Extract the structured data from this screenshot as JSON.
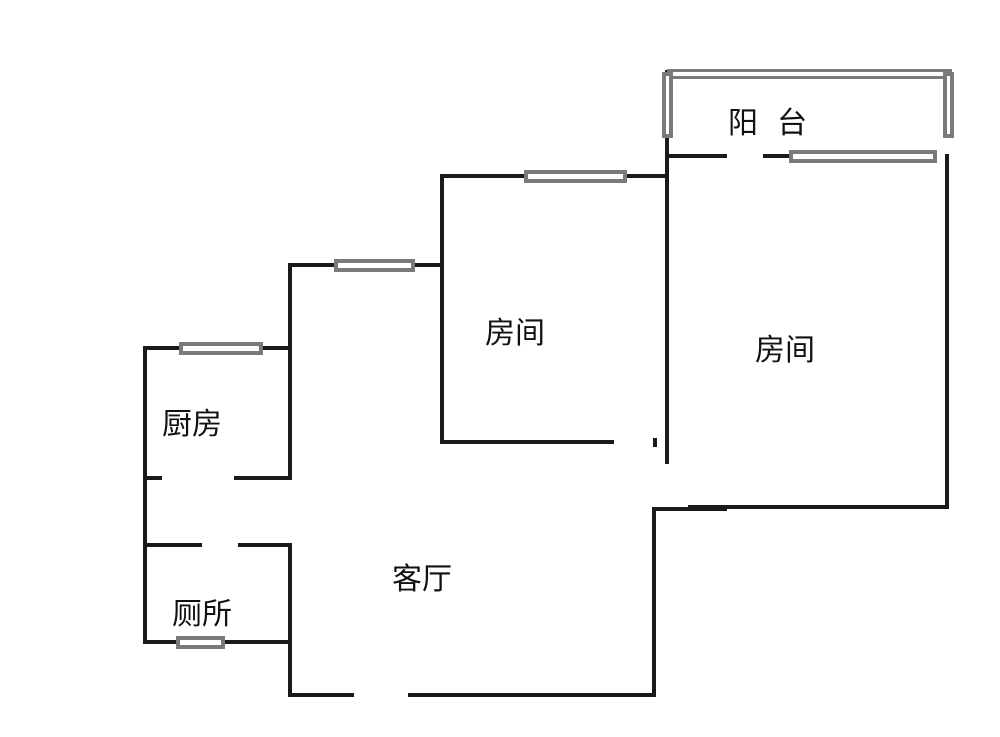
{
  "rooms": {
    "balcony": "阳  台",
    "bedroom_small": "房间",
    "bedroom_large": "房间",
    "kitchen": "厨房",
    "living_room": "客厅",
    "toilet": "厕所"
  },
  "colors": {
    "wall": "#1a1a1a",
    "window_frame": "#7a7a7a",
    "background": "#ffffff"
  }
}
